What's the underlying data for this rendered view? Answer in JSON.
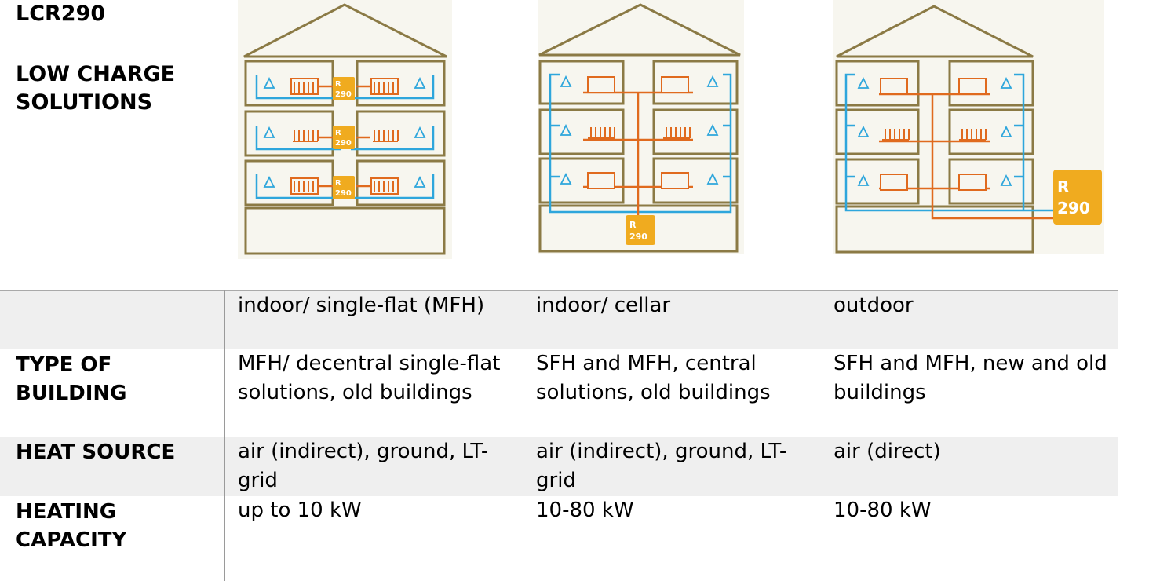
{
  "title": "LCR290",
  "subtitle": "LOW CHARGE SOLUTIONS",
  "figures": [
    {
      "name": "indoor-single-flat",
      "unit_label_top": "R",
      "unit_label_bottom": "290"
    },
    {
      "name": "indoor-cellar",
      "unit_label_top": "R",
      "unit_label_bottom": "290"
    },
    {
      "name": "outdoor",
      "unit_label_top": "R",
      "unit_label_bottom": "290"
    }
  ],
  "colors": {
    "house_outline": "#8b7a45",
    "water_line": "#2ea6dc",
    "heat_line": "#e06a1e",
    "unit": "#f0ab1f",
    "row_shade": "#efefef"
  },
  "table": {
    "columns": [
      "indoor/ single-flat (MFH)",
      "indoor/ cellar",
      "outdoor"
    ],
    "rows": [
      {
        "label": "TYPE OF BUILDING",
        "values": [
          "MFH/ decentral single-flat solutions, old buildings",
          "SFH and MFH, central solutions, old buildings",
          "SFH and MFH, new and old buildings"
        ]
      },
      {
        "label": "HEAT SOURCE",
        "values": [
          "air (indirect), ground, LT-grid",
          "air (indirect), ground, LT-grid",
          "air (direct)"
        ]
      },
      {
        "label": "HEATING CAPACITY",
        "values": [
          "up to 10 kW",
          "10-80 kW",
          "10-80 kW"
        ]
      }
    ]
  }
}
